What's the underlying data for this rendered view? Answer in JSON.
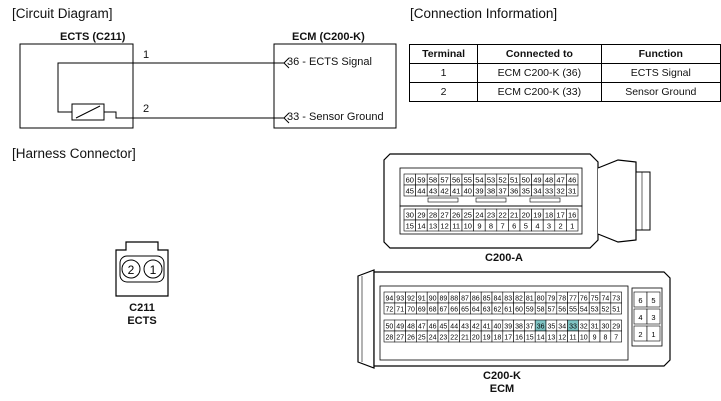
{
  "circuit": {
    "heading": "[Circuit Diagram]",
    "left_component": "ECTS (C211)",
    "right_component": "ECM (C200-K)",
    "wire1_label": "1",
    "wire2_label": "2",
    "pin1_text": "36 - ECTS Signal",
    "pin2_text": "33 - Sensor Ground"
  },
  "connection": {
    "heading": "[Connection Information]",
    "columns": [
      "Terminal",
      "Connected to",
      "Function"
    ],
    "rows": [
      [
        "1",
        "ECM C200-K (36)",
        "ECTS Signal"
      ],
      [
        "2",
        "ECM C200-K (33)",
        "Sensor Ground"
      ]
    ]
  },
  "harness": {
    "heading": "[Harness Connector]",
    "c211_pins": [
      "2",
      "1"
    ],
    "c211_label": "C211",
    "c211_sublabel": "ECTS",
    "c200a_label": "C200-A",
    "c200a_rows": [
      [
        "60",
        "59",
        "58",
        "57",
        "56",
        "55",
        "54",
        "53",
        "52",
        "51",
        "50",
        "49",
        "48",
        "47",
        "46"
      ],
      [
        "45",
        "44",
        "43",
        "42",
        "41",
        "40",
        "39",
        "38",
        "37",
        "36",
        "35",
        "34",
        "33",
        "32",
        "31"
      ],
      [
        "30",
        "29",
        "28",
        "27",
        "26",
        "25",
        "24",
        "23",
        "22",
        "21",
        "20",
        "19",
        "18",
        "17",
        "16"
      ],
      [
        "15",
        "14",
        "13",
        "12",
        "11",
        "10",
        "9",
        "8",
        "7",
        "6",
        "5",
        "4",
        "3",
        "2",
        "1"
      ]
    ],
    "c200k_label": "C200-K",
    "c200k_sublabel": "ECM",
    "c200k_rows": [
      [
        "94",
        "93",
        "92",
        "91",
        "90",
        "89",
        "88",
        "87",
        "86",
        "85",
        "84",
        "83",
        "82",
        "81",
        "80",
        "79",
        "78",
        "77",
        "76",
        "75",
        "74",
        "73"
      ],
      [
        "72",
        "71",
        "70",
        "69",
        "68",
        "67",
        "66",
        "65",
        "64",
        "63",
        "62",
        "61",
        "60",
        "59",
        "58",
        "57",
        "56",
        "55",
        "54",
        "53",
        "52",
        "51"
      ],
      [
        "50",
        "49",
        "48",
        "47",
        "46",
        "45",
        "44",
        "43",
        "42",
        "41",
        "40",
        "39",
        "38",
        "37",
        "36",
        "35",
        "34",
        "33",
        "32",
        "31",
        "30",
        "29"
      ],
      [
        "28",
        "27",
        "26",
        "25",
        "24",
        "23",
        "22",
        "21",
        "20",
        "19",
        "18",
        "17",
        "16",
        "15",
        "14",
        "13",
        "12",
        "11",
        "10",
        "9",
        "8",
        "7"
      ]
    ],
    "c200k_side": [
      [
        "6",
        "5"
      ],
      [
        "4",
        "3"
      ],
      [
        "2",
        "1"
      ]
    ],
    "highlight_pins": [
      "36",
      "33"
    ],
    "highlight_color": "#7fc4c4"
  }
}
